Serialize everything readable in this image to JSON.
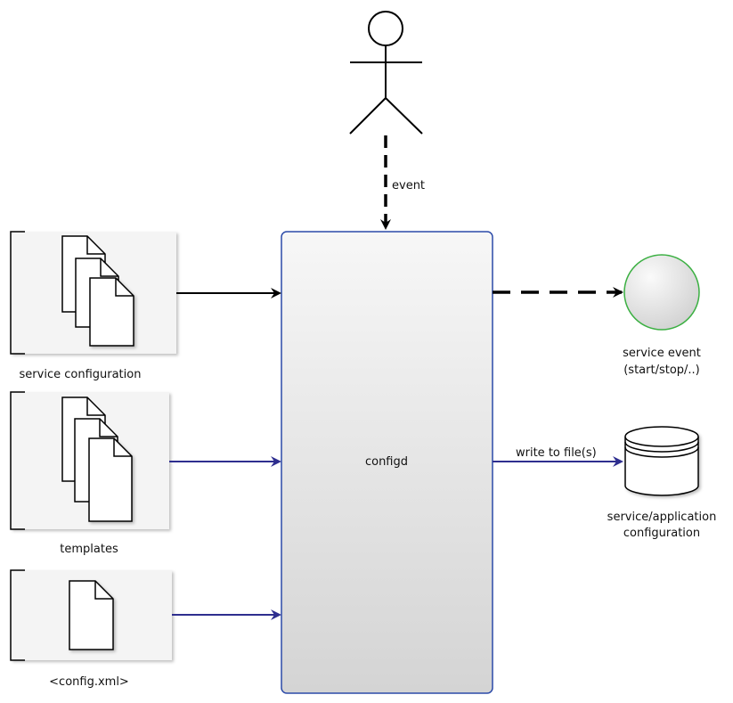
{
  "diagram": {
    "actor": {
      "label": "event"
    },
    "center": {
      "label": "configd"
    },
    "inputs": [
      {
        "label": "service configuration",
        "icon": "multi-document-icon"
      },
      {
        "label": "templates",
        "icon": "multi-document-icon"
      },
      {
        "label": "<config.xml>",
        "icon": "document-icon"
      }
    ],
    "outputs": [
      {
        "label_line1": "service event",
        "label_line2": "(start/stop/..)",
        "icon": "event-circle-icon"
      },
      {
        "label_line1": "service/application",
        "label_line2": "configuration",
        "edge_label": "write to file(s)",
        "icon": "database-icon"
      }
    ],
    "colors": {
      "blue": "#2e2e8f",
      "green": "#3cb043",
      "border": "#2b4aa8",
      "black": "#000000"
    }
  }
}
